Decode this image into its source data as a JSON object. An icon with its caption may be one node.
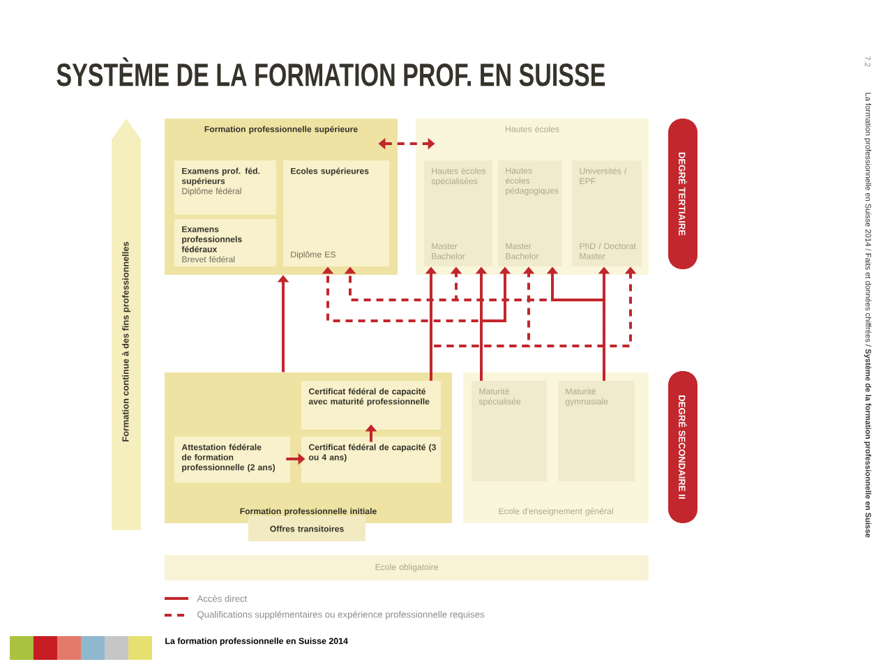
{
  "diagram": {
    "title": "SYSTÈME DE LA FORMATION PROF. EN SUISSE",
    "nodes": [
      {
        "text": [
          "Formation professionnelle supérieure"
        ]
      },
      {
        "text": [
          "Examens prof. féd. supérieurs",
          "Diplôme fédéral"
        ],
        "in": 0
      },
      {
        "text": [
          "Examens professionnels fédéraux",
          "Brevet fédéral"
        ],
        "in": 0
      },
      {
        "text": [
          "Ecoles supérieures",
          "Diplôme ES"
        ],
        "in": 0
      },
      {
        "text": [
          "Hautes écoles"
        ]
      },
      {
        "text": [
          "Hautes écoles spécialisées",
          "Master Bachelor"
        ],
        "in": 4
      },
      {
        "text": [
          "Hautes écoles pédagogiques",
          "Master Bachelor"
        ],
        "in": 4
      },
      {
        "text": [
          "Universités / EPF",
          "PhD / Doctorat Master"
        ],
        "in": 4
      },
      {
        "text": [
          "Formation professionnelle initiale"
        ]
      },
      {
        "text": [
          "Certificat fédéral de capacité avec maturité professionnelle"
        ],
        "in": 8
      },
      {
        "text": [
          "Attestation fédérale de formation professionnelle (2 ans)"
        ],
        "in": 8
      },
      {
        "text": [
          "Certificat fédéral de capacité (3 ou 4 ans)"
        ],
        "in": 8
      },
      {
        "text": [
          "Ecole d'enseignement général"
        ]
      },
      {
        "text": [
          "Maturité spécialisée"
        ],
        "in": 12
      },
      {
        "text": [
          "Maturité gymnasiale"
        ],
        "in": 12
      },
      {
        "text": [
          "Offres transitoires"
        ]
      },
      {
        "text": [
          "Ecole obligatoire"
        ]
      },
      {
        "text": [
          "DEGRÉ TERTIAIRE"
        ]
      },
      {
        "text": [
          "DEGRÉ SECONDAIRE II"
        ]
      },
      {
        "text": [
          "Formation continue à des fins professionnelles"
        ]
      }
    ],
    "edges": [
      {
        "from": 0,
        "to": 4,
        "arrow": "both",
        "style": "dashed"
      },
      {
        "from": 10,
        "to": 11,
        "arrow": "to"
      },
      {
        "from": 11,
        "to": 9,
        "arrow": "to"
      },
      {
        "from": 8,
        "to": 0,
        "arrow": "to"
      },
      {
        "from": 9,
        "to": 5,
        "arrow": "to"
      },
      {
        "from": 9,
        "to": 6,
        "arrow": "to",
        "style": "dashed"
      },
      {
        "from": 9,
        "to": 7,
        "arrow": "to",
        "style": "dashed"
      },
      {
        "from": 13,
        "to": 5,
        "arrow": "to"
      },
      {
        "from": 13,
        "to": 6,
        "arrow": "to"
      },
      {
        "from": 13,
        "to": 3,
        "arrow": "to",
        "style": "dashed"
      },
      {
        "from": 14,
        "to": 7,
        "arrow": "to"
      },
      {
        "from": 14,
        "to": 6,
        "arrow": "to"
      },
      {
        "from": 14,
        "to": 5,
        "arrow": "to",
        "style": "dashed"
      },
      {
        "from": 14,
        "to": 3,
        "arrow": "to",
        "style": "dashed"
      }
    ],
    "labels": [
      "7.2",
      "La formation professionnelle en Suisse 2014 / Faits et données chiffrées / **Système de la formation professionnelle en Suisse**",
      "La formation professionnelle en Suisse 2014"
    ],
    "legend": [
      {
        "text": "Accès direct"
      },
      {
        "text": "Qualifications supplémentaires ou expérience professionnelle requises"
      }
    ]
  }
}
